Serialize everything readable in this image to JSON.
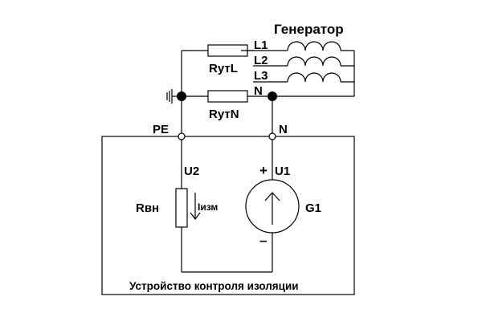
{
  "generator": {
    "title": "Генератор",
    "phases": [
      "L1",
      "L2",
      "L3"
    ],
    "neutral": "N"
  },
  "resistors": {
    "line": "RутL",
    "neutral": "RутN",
    "internal": "Rвн"
  },
  "terminals": {
    "pe": "PE",
    "n": "N"
  },
  "device": {
    "title": "Устройство контроля изоляции",
    "u2": "U2",
    "u1": "U1",
    "plus": "+",
    "minus": "–",
    "current": "Iизм",
    "source": "G1"
  }
}
